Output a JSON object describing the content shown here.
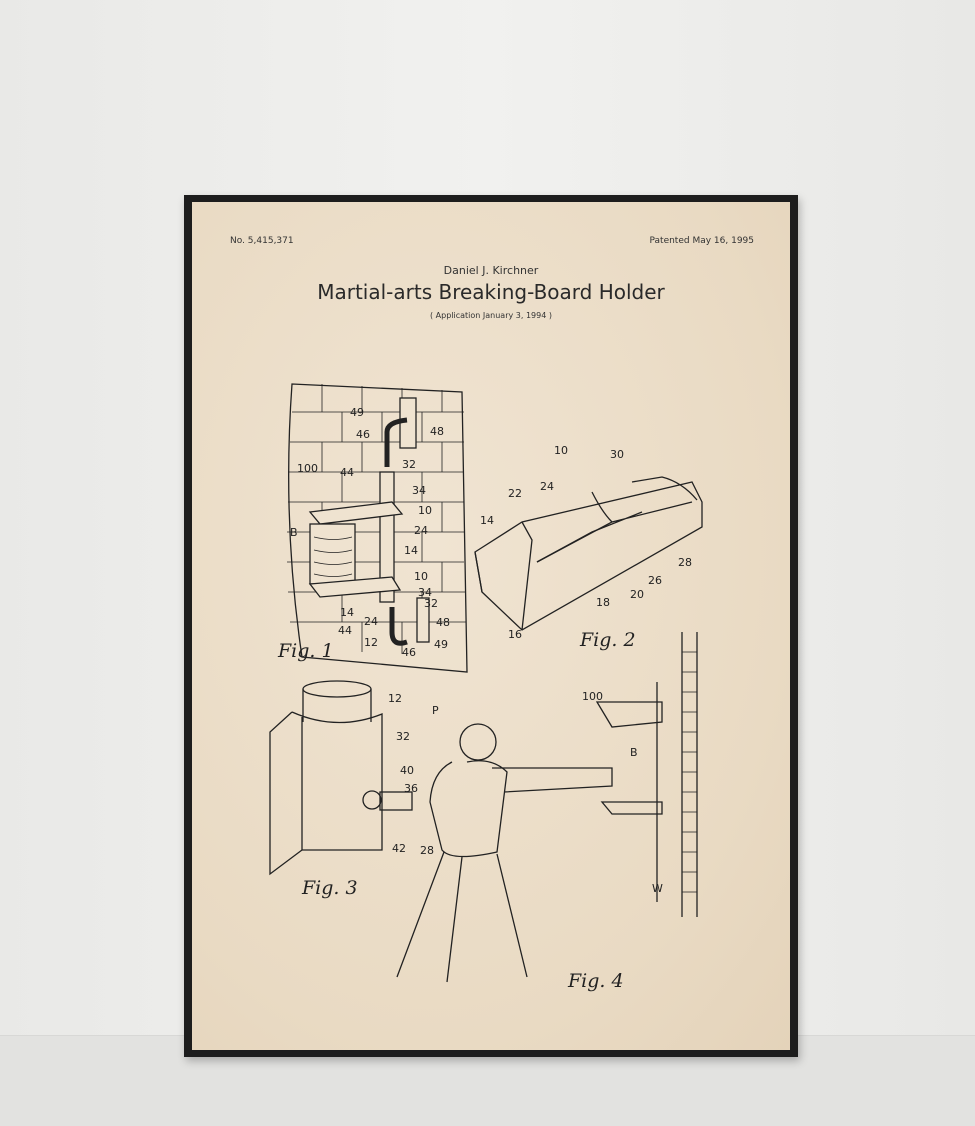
{
  "poster": {
    "patent_number": "No. 5,415,371",
    "patent_date": "Patented May 16, 1995",
    "inventor": "Daniel J. Kirchner",
    "title": "Martial-arts Breaking-Board Holder",
    "application": "( Application January 3, 1994 )"
  },
  "figures": {
    "fig1": {
      "label": "Fig. 1",
      "refs": [
        "49",
        "48",
        "46",
        "100",
        "44",
        "32",
        "34",
        "10",
        "24",
        "B",
        "14",
        "10",
        "34",
        "32",
        "14",
        "24",
        "44",
        "12",
        "46",
        "48",
        "49"
      ]
    },
    "fig2": {
      "label": "Fig. 2",
      "refs": [
        "10",
        "30",
        "22",
        "24",
        "14",
        "28",
        "26",
        "20",
        "18",
        "16"
      ]
    },
    "fig3": {
      "label": "Fig. 3",
      "refs": [
        "12",
        "32",
        "40",
        "36",
        "42",
        "28"
      ]
    },
    "fig4": {
      "label": "Fig. 4",
      "refs": [
        "P",
        "100",
        "B",
        "W"
      ]
    }
  }
}
